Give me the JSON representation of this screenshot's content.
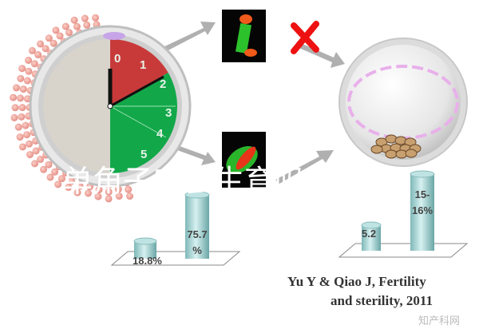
{
  "clock": {
    "numbers": [
      "0",
      "1",
      "2",
      "3",
      "4",
      "5"
    ],
    "colors": {
      "red": "#c83a3a",
      "green": "#12a84a",
      "face": "#d8d4cc"
    }
  },
  "left_chart": {
    "values": [
      "18.8%",
      "75.7 %"
    ]
  },
  "right_chart": {
    "values": [
      "5.2",
      "15-16%"
    ]
  },
  "citation": {
    "line1": "Yu Y & Qiao J, Fertility",
    "line2": "and sterility, 2011"
  },
  "watermark": {
    "overlay": "单角子宫会生育吗？专列",
    "corner": "知产科网"
  }
}
